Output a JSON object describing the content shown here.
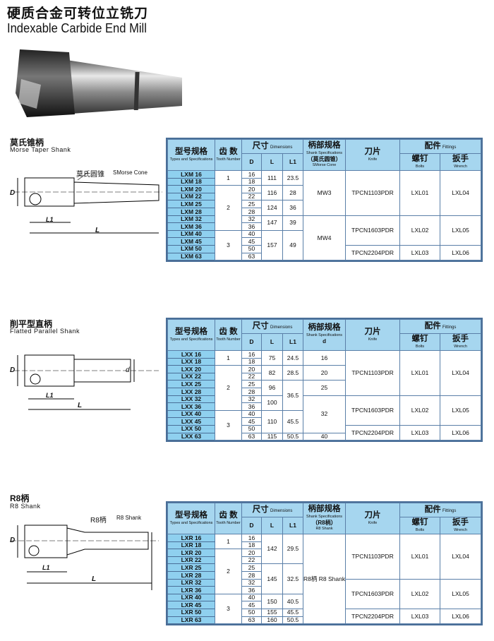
{
  "header": {
    "title_cn": "硬质合金可转位立铣刀",
    "title_en": "Indexable Carbide End Mill"
  },
  "colors": {
    "header_bg": "#a6d6ef",
    "model_bg": "#8fd0ef",
    "border": "#5a7fa8"
  },
  "sections": [
    {
      "title_cn": "莫氏锥柄",
      "title_en": "Morse Taper Shank",
      "diagram_labels": {
        "shank_cn": "莫氏圆锥",
        "shank_en": "SMorse Cone",
        "D": "D",
        "L1": "L1",
        "L": "L"
      },
      "table": {
        "h_model_cn": "型号规格",
        "h_model_en": "Types and Specifications",
        "h_teeth_cn": "齿 数",
        "h_teeth_en": "Tooth Number",
        "h_dim_cn": "尺寸",
        "h_dim_en": "Dimensions",
        "h_D": "D",
        "h_L": "L",
        "h_L1": "L1",
        "h_shank_cn": "柄部规格",
        "h_shank_en": "Shank Specifications",
        "h_shank_sub_cn": "（莫氏圆锥）",
        "h_shank_sub_en": "SMorse Cone",
        "h_knife_cn": "刀片",
        "h_knife_en": "Knife",
        "h_fit_cn": "配件",
        "h_fit_en": "Fittings",
        "h_bolts_cn": "螺钉",
        "h_bolts_en": "Bolts",
        "h_wrench_cn": "扳手",
        "h_wrench_en": "Wrench",
        "model": [
          "LXM 16",
          "LXM 18",
          "LXM 20",
          "LXM 22",
          "LXM 25",
          "LXM 28",
          "LXM 32",
          "LXM 36",
          "LXM 40",
          "LXM 45",
          "LXM 50",
          "LXM 63"
        ],
        "teeth": [
          "1",
          "2",
          "3"
        ],
        "D": [
          "16",
          "18",
          "20",
          "22",
          "25",
          "28",
          "32",
          "36",
          "40",
          "45",
          "50",
          "63"
        ],
        "L": [
          "111",
          "116",
          "124",
          "147",
          "157"
        ],
        "L1": [
          "23.5",
          "28",
          "36",
          "39",
          "49"
        ],
        "shank": [
          "MW3",
          "MW4"
        ],
        "knife": [
          "TPCN1103PDR",
          "TPCN1603PDR",
          "TPCN2204PDR"
        ],
        "bolts": [
          "LXL01",
          "LXL02",
          "LXL03"
        ],
        "wrench": [
          "LXL04",
          "LXL05",
          "LXL06"
        ]
      }
    },
    {
      "title_cn": "削平型直柄",
      "title_en": "Flatted Parallel Shank",
      "diagram_labels": {
        "D": "D",
        "d": "d",
        "L1": "L1",
        "L": "L"
      },
      "table": {
        "h_model_cn": "型号规格",
        "h_model_en": "Types and Specifications",
        "h_teeth_cn": "齿 数",
        "h_teeth_en": "Tooth Number",
        "h_dim_cn": "尺寸",
        "h_dim_en": "Dimensions",
        "h_D": "D",
        "h_L": "L",
        "h_L1": "L1",
        "h_shank_cn": "柄部规格",
        "h_shank_en": "Shank Specifications",
        "h_shank_sub_cn": "d",
        "h_shank_sub_en": "",
        "h_knife_cn": "刀片",
        "h_knife_en": "Knife",
        "h_fit_cn": "配件",
        "h_fit_en": "Fittings",
        "h_bolts_cn": "螺钉",
        "h_bolts_en": "Bolts",
        "h_wrench_cn": "扳手",
        "h_wrench_en": "Wrench",
        "model": [
          "LXX 16",
          "LXX 18",
          "LXX 20",
          "LXX 22",
          "LXX 25",
          "LXX 28",
          "LXX 32",
          "LXX 36",
          "LXX 40",
          "LXX 45",
          "LXX 50",
          "LXX 63"
        ],
        "teeth": [
          "1",
          "2",
          "3"
        ],
        "D": [
          "16",
          "18",
          "20",
          "22",
          "25",
          "28",
          "32",
          "36",
          "40",
          "45",
          "50",
          "63"
        ],
        "L": [
          "75",
          "82",
          "96",
          "100",
          "110",
          "115"
        ],
        "L1": [
          "24.5",
          "28.5",
          "36.5",
          "45.5",
          "50.5"
        ],
        "shank": [
          "16",
          "20",
          "25",
          "32",
          "40"
        ],
        "knife": [
          "TPCN1103PDR",
          "TPCN1603PDR",
          "TPCN2204PDR"
        ],
        "bolts": [
          "LXL01",
          "LXL02",
          "LXL03"
        ],
        "wrench": [
          "LXL04",
          "LXL05",
          "LXL06"
        ]
      }
    },
    {
      "title_cn": "R8柄",
      "title_en": "R8 Shank",
      "diagram_labels": {
        "shank_cn": "R8柄",
        "shank_en": "R8 Shank",
        "D": "D",
        "L1": "L1",
        "L": "L"
      },
      "table": {
        "h_model_cn": "型号规格",
        "h_model_en": "Types and Specifications",
        "h_teeth_cn": "齿 数",
        "h_teeth_en": "Tooth Number",
        "h_dim_cn": "尺寸",
        "h_dim_en": "Dimensions",
        "h_D": "D",
        "h_L": "L",
        "h_L1": "L1",
        "h_shank_cn": "柄部规格",
        "h_shank_en": "Shank Specifications",
        "h_shank_sub_cn": "（R8柄）",
        "h_shank_sub_en": "R8 Shank",
        "h_knife_cn": "刀片",
        "h_knife_en": "Knife",
        "h_fit_cn": "配件",
        "h_fit_en": "Fittings",
        "h_bolts_cn": "螺钉",
        "h_bolts_en": "Bolts",
        "h_wrench_cn": "扳手",
        "h_wrench_en": "Wrench",
        "model": [
          "LXR 16",
          "LXR 18",
          "LXR 20",
          "LXR 22",
          "LXR 25",
          "LXR 28",
          "LXR 32",
          "LXR 36",
          "LXR 40",
          "LXR 45",
          "LXR 50",
          "LXR 63"
        ],
        "teeth": [
          "1",
          "2",
          "3"
        ],
        "D": [
          "16",
          "18",
          "20",
          "22",
          "25",
          "28",
          "32",
          "36",
          "40",
          "45",
          "50",
          "63"
        ],
        "L": [
          "142",
          "145",
          "150",
          "155",
          "160"
        ],
        "L1": [
          "29.5",
          "32.5",
          "40.5",
          "45.5",
          "50.5"
        ],
        "shank": [
          "R8柄 R8 Shank"
        ],
        "knife": [
          "TPCN1103PDR",
          "TPCN1603PDR",
          "TPCN2204PDR"
        ],
        "bolts": [
          "LXL01",
          "LXL02",
          "LXL03"
        ],
        "wrench": [
          "LXL04",
          "LXL05",
          "LXL06"
        ]
      }
    }
  ]
}
